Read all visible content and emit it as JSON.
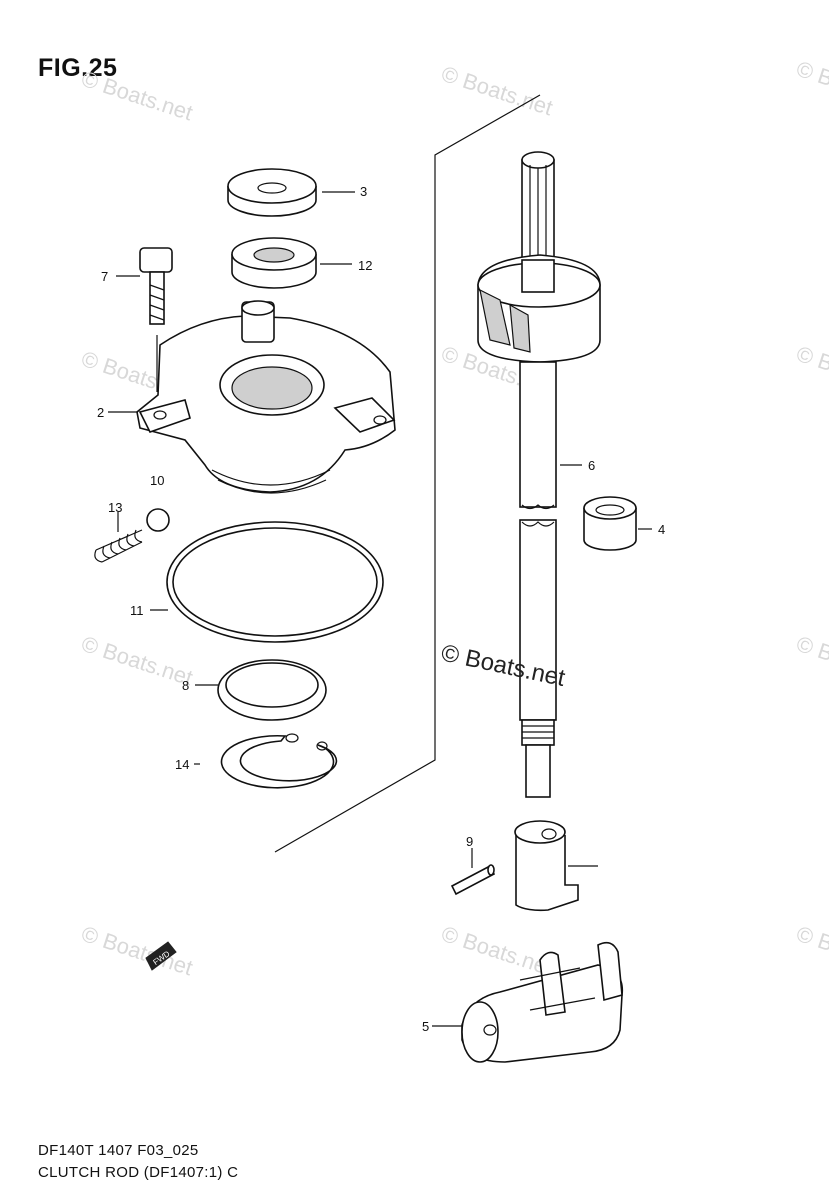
{
  "figure": {
    "title": "FIG.25",
    "footer_line1": "DF140T 1407 F03_025",
    "footer_line2": "CLUTCH ROD (DF1407:1) C"
  },
  "watermark": {
    "main": "© Boats.net",
    "repeat": "© Boats.net"
  },
  "callouts": {
    "p3": "3",
    "p12": "12",
    "p7": "7",
    "p2": "2",
    "p10": "10",
    "p13": "13",
    "p11": "11",
    "p8": "8",
    "p14": "14",
    "p6": "6",
    "p4": "4",
    "p9": "9",
    "p5": "5"
  },
  "arrow_label": "FWD"
}
